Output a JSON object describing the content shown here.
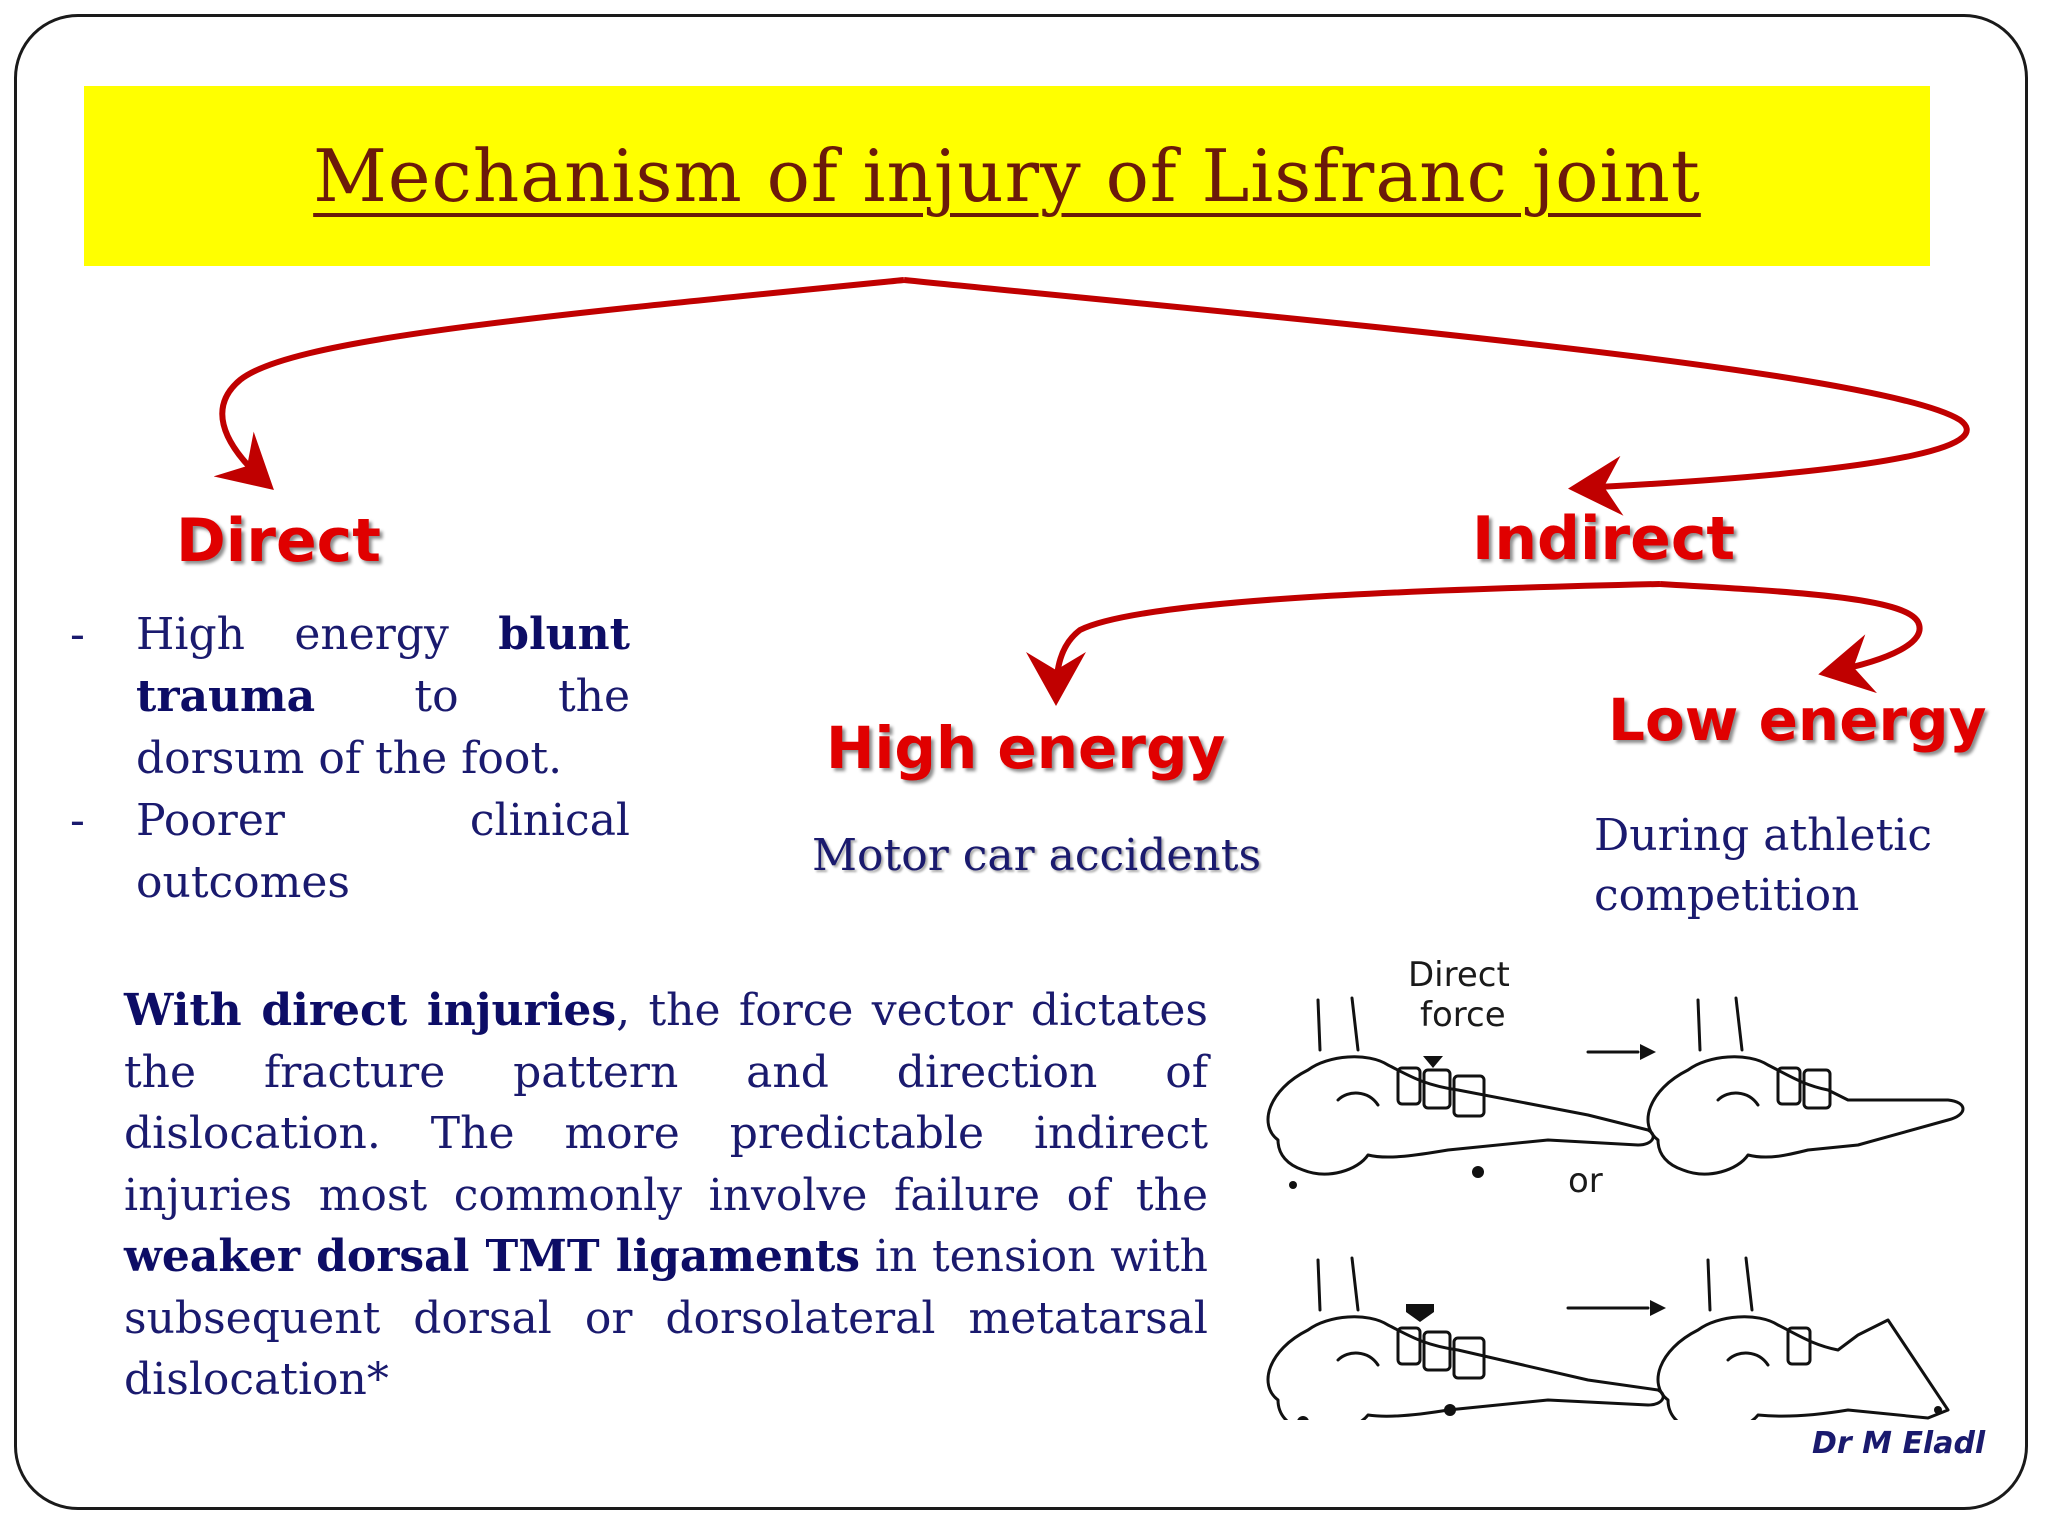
{
  "title": "Mechanism of injury of Lisfranc joint",
  "colors": {
    "title_band": "#ffff00",
    "title_text": "#6b1a0a",
    "heading_red": "#e00000",
    "arrow": "#c00000",
    "body_text": "#1a1a6e"
  },
  "direct": {
    "heading": "Direct",
    "items": [
      {
        "bullet": "-",
        "pre": "High energy ",
        "bold": "blunt trauma",
        "post": " to the dorsum of the foot."
      },
      {
        "bullet": "-",
        "pre": "Poorer clinical outcomes",
        "bold": "",
        "post": ""
      }
    ]
  },
  "indirect": {
    "heading": "Indirect",
    "high_energy": {
      "heading": "High energy",
      "text": "Motor car accidents"
    },
    "low_energy": {
      "heading": "Low energy",
      "text": "During athletic competition"
    }
  },
  "paragraph": {
    "bold1": "With direct injuries",
    "text1": ", the force vector dictates the fracture pattern and direction of dislocation. The more predictable indirect injuries most commonly involve failure of the ",
    "bold2": "weaker dorsal TMT ligaments",
    "text2": " in tension with subsequent dorsal or dorsolateral metatarsal dislocation*"
  },
  "figure": {
    "label_direct": "Direct",
    "label_force": "force",
    "label_or": "or"
  },
  "author": "Dr M Eladl"
}
